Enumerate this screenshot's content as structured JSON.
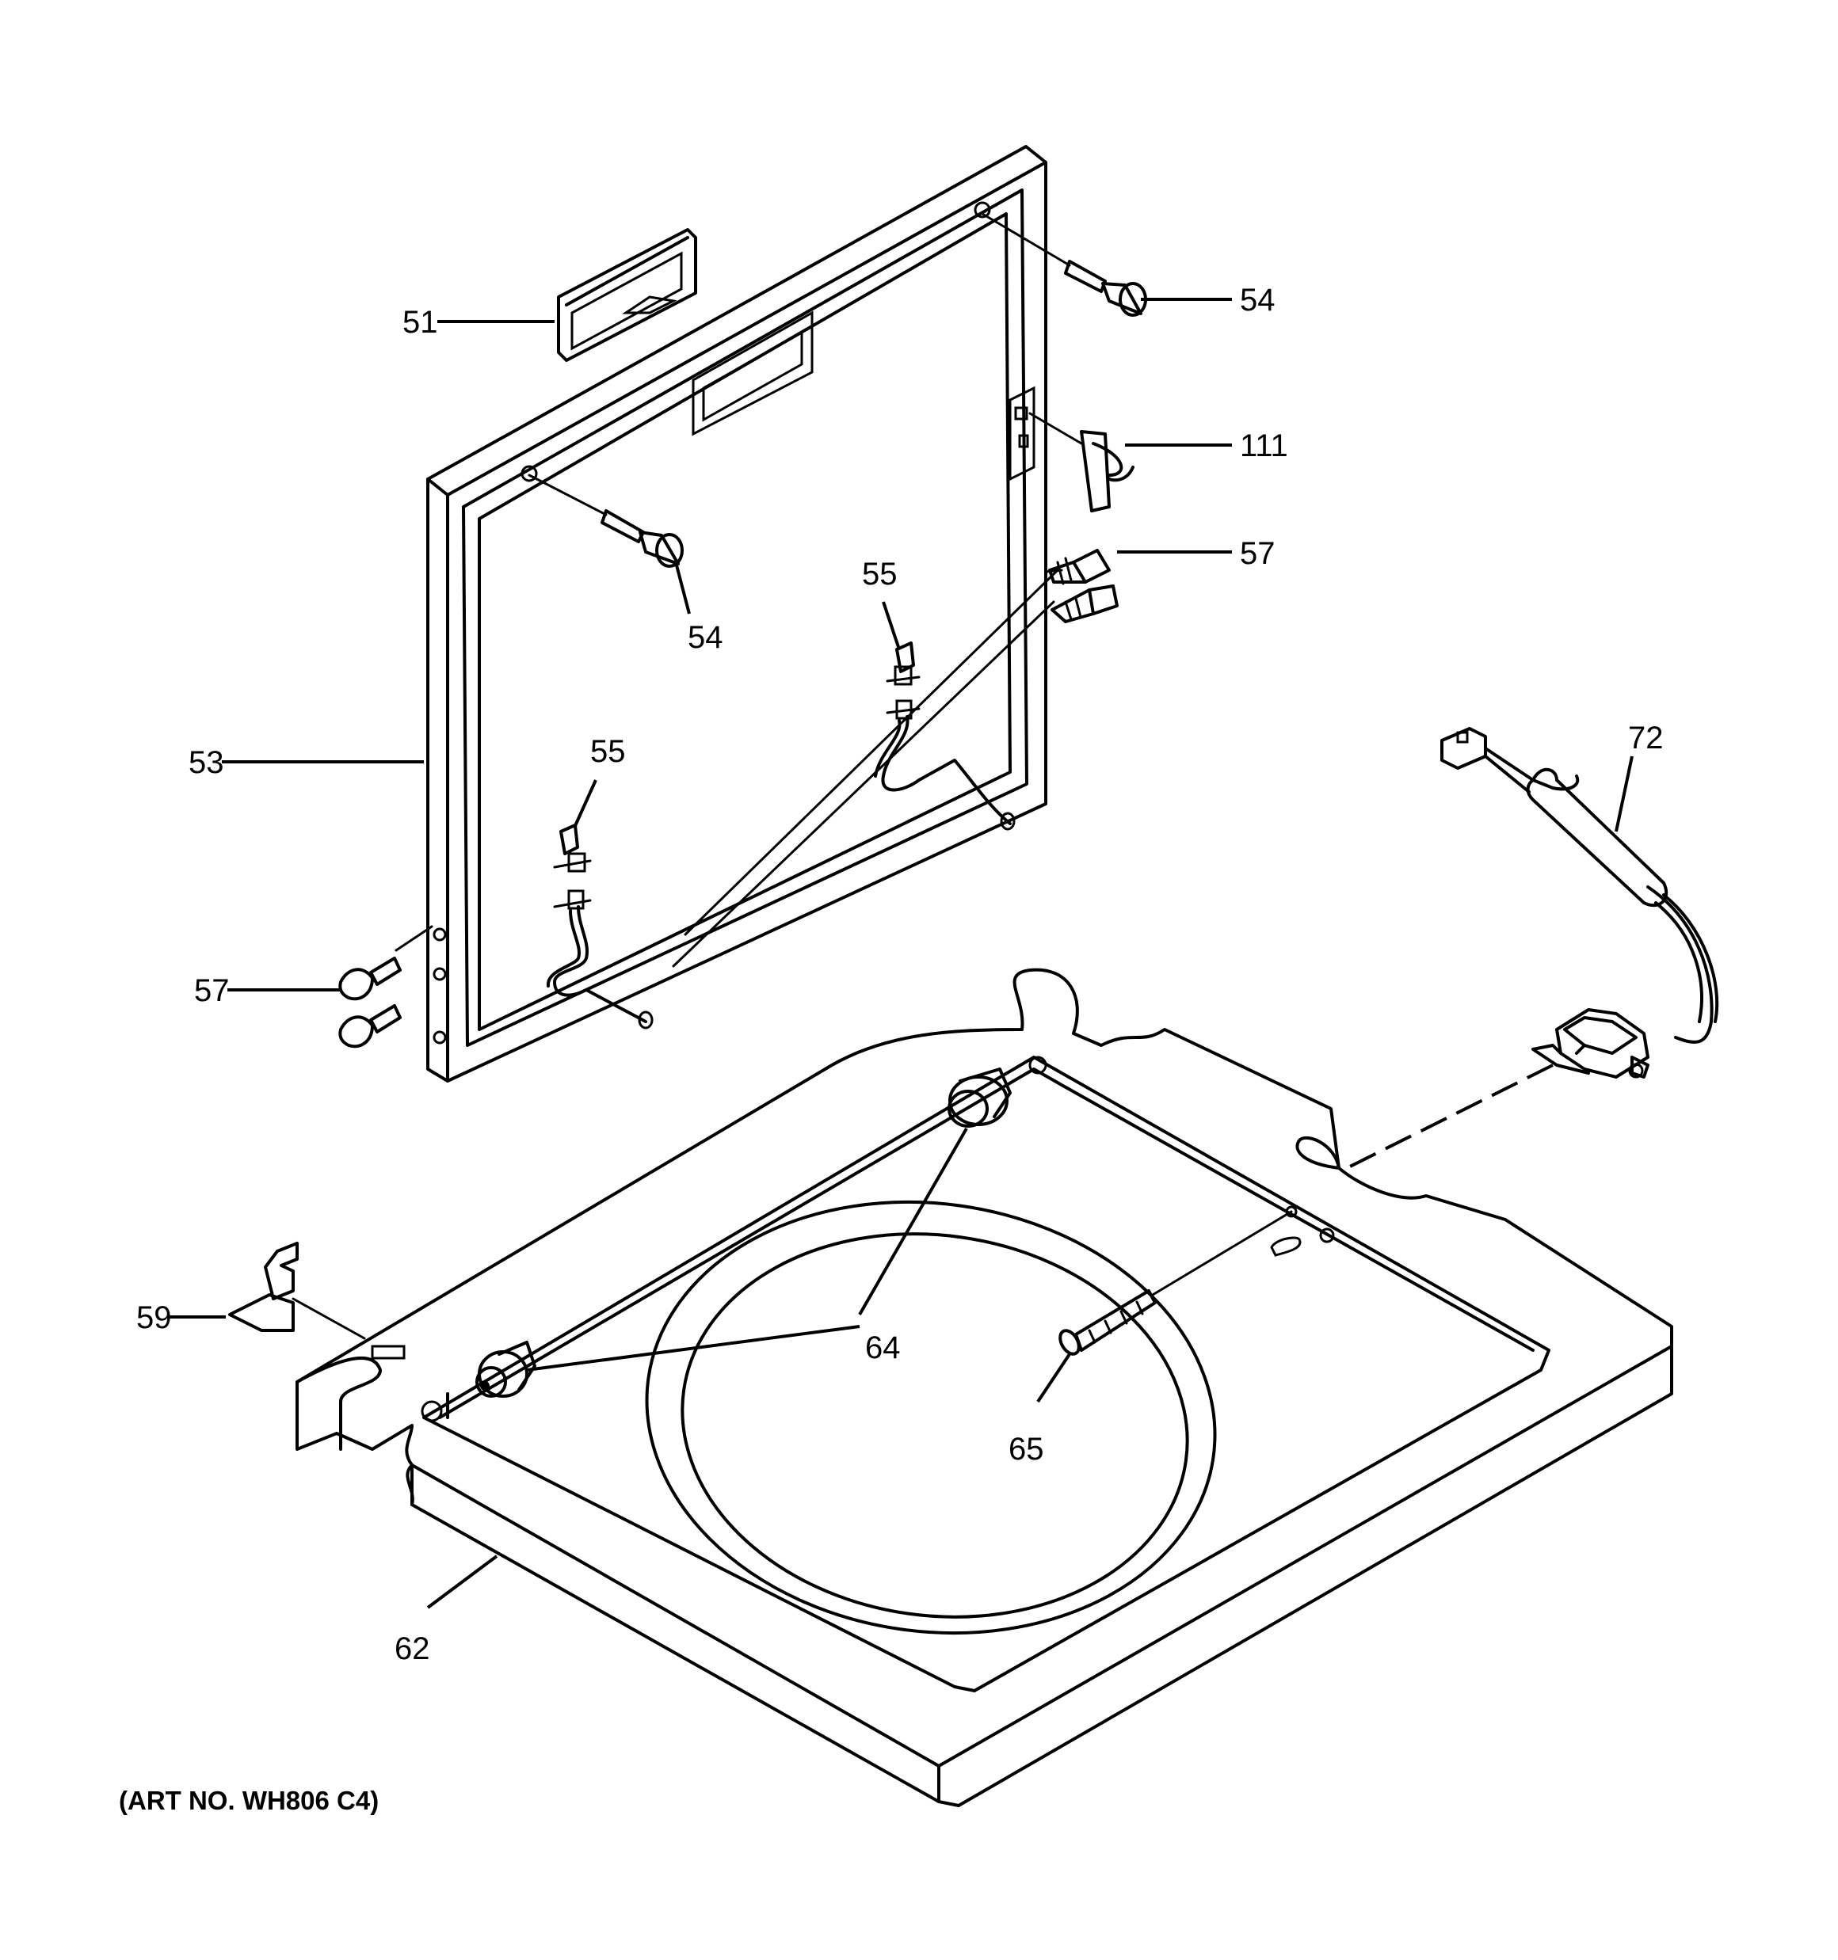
{
  "labels": {
    "p51": "51",
    "p54_top": "54",
    "p111": "111",
    "p57_right": "57",
    "p55_right": "55",
    "p54_mid": "54",
    "p53": "53",
    "p55_left": "55",
    "p72": "72",
    "p57_left": "57",
    "p59": "59",
    "p64": "64",
    "p65": "65",
    "p62": "62"
  },
  "caption": "(ART NO. WH806 C4)"
}
